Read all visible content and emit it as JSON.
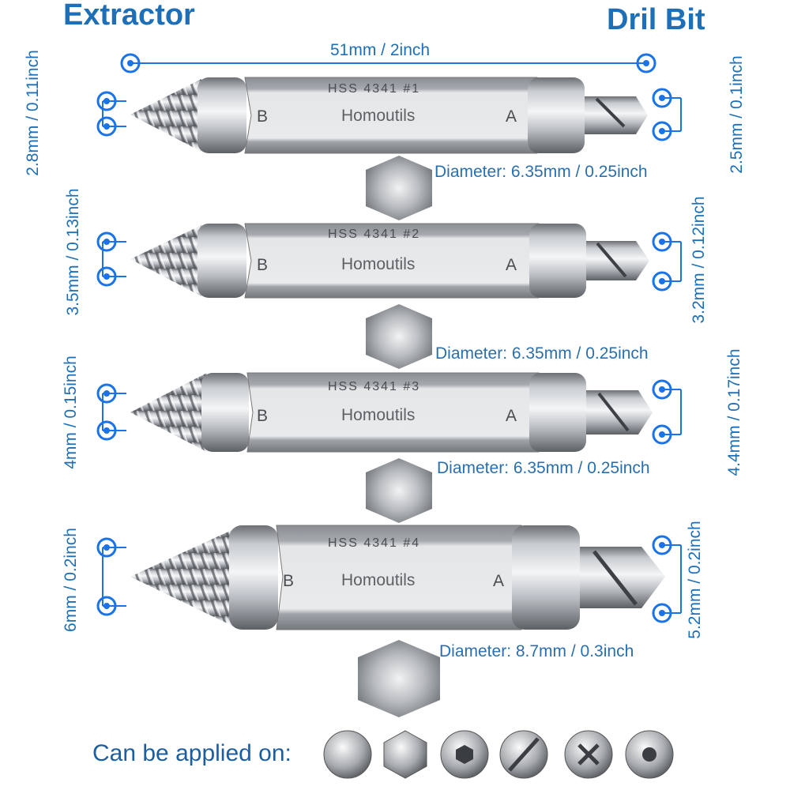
{
  "titles": {
    "left": "Extractor",
    "right": "Dril Bit"
  },
  "overall_length": "51mm / 2inch",
  "bits": [
    {
      "marking": "HSS  4341  #1",
      "brand": "Homoutils",
      "end_left": "B",
      "end_right": "A",
      "extractor_size": "2.8mm / 0.11inch",
      "drill_size": "2.5mm / 0.1inch",
      "diameter": "Diameter: 6.35mm / 0.25inch"
    },
    {
      "marking": "HSS  4341  #2",
      "brand": "Homoutils",
      "end_left": "B",
      "end_right": "A",
      "extractor_size": "3.5mm / 0.13inch",
      "drill_size": "3.2mm / 0.12inch",
      "diameter": "Diameter: 6.35mm / 0.25inch"
    },
    {
      "marking": "HSS  4341  #3",
      "brand": "Homoutils",
      "end_left": "B",
      "end_right": "A",
      "extractor_size": "4mm / 0.15inch",
      "drill_size": "4.4mm / 0.17inch",
      "diameter": "Diameter: 6.35mm / 0.25inch"
    },
    {
      "marking": "HSS  4341  #4",
      "brand": "Homoutils",
      "end_left": "B",
      "end_right": "A",
      "extractor_size": "6mm / 0.2inch",
      "drill_size": "5.2mm / 0.2inch",
      "diameter": "Diameter: 8.7mm / 0.3inch"
    }
  ],
  "applied_label": "Can be applied on:",
  "screw_heads": [
    "round-head-icon",
    "hex-head-icon",
    "hex-socket-icon",
    "slotted-head-icon",
    "phillips-head-icon",
    "torx-head-icon"
  ],
  "colors": {
    "accent": "#1d6fb8",
    "marker": "#1a73e8"
  }
}
